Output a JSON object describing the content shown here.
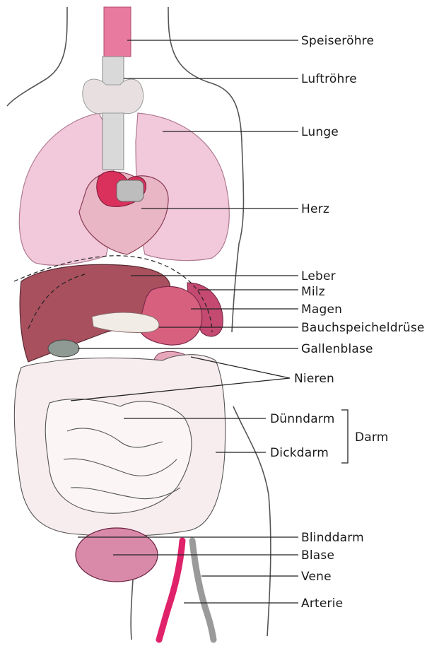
{
  "labels": {
    "speiseroehre": "Speiseröhre",
    "luftroehre": "Luftröhre",
    "lunge": "Lunge",
    "herz": "Herz",
    "leber": "Leber",
    "milz": "Milz",
    "magen": "Magen",
    "bauchspeicheldruese": "Bauchspeicheldrüse",
    "gallenblase": "Gallenblase",
    "nieren": "Nieren",
    "duenndarm": "Dünndarm",
    "dickdarm": "Dickdarm",
    "darm": "Darm",
    "blinddarm": "Blinddarm",
    "blase": "Blase",
    "vene": "Vene",
    "arterie": "Arterie"
  },
  "colors": {
    "outline": "#3a3a3a",
    "lung": "#f2c9da",
    "heart": "#d9305c",
    "liver": "#a8505e",
    "stomach": "#d8607f",
    "intestine": "#f7ecee",
    "artery": "#e0226a",
    "vein": "#9a9a9a"
  }
}
